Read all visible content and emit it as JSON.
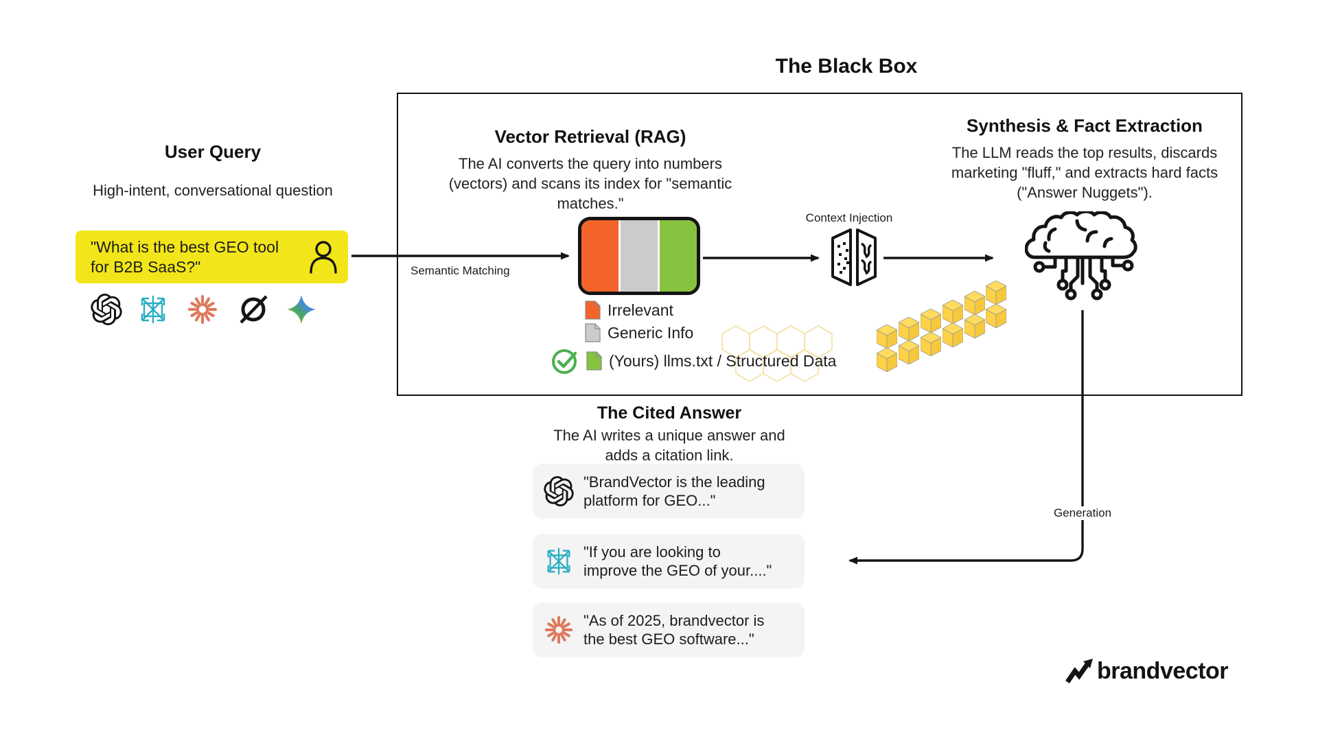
{
  "title": "The Black Box",
  "user_query": {
    "heading": "User Query",
    "description": "High-intent, conversational question",
    "query_lines": [
      "\"What is the best GEO tool",
      "for B2B SaaS?\""
    ],
    "platform_logos": [
      "openai",
      "perplexity",
      "claude",
      "grok",
      "gemini"
    ]
  },
  "labels": {
    "semantic_matching": "Semantic Matching",
    "context_injection": "Context Injection",
    "generation": "Generation"
  },
  "vector_retrieval": {
    "heading": "Vector Retrieval (RAG)",
    "description_lines": [
      "The AI converts the query into numbers",
      "(vectors) and scans its index for \"semantic",
      "matches.\""
    ],
    "legend": [
      {
        "label": "Irrelevant",
        "color": "#F4632A",
        "checked": false
      },
      {
        "label": "Generic Info",
        "color": "#CBCBCB",
        "checked": false
      },
      {
        "label": "(Yours) llms.txt / Structured Data",
        "color": "#85C33F",
        "checked": true
      }
    ]
  },
  "synthesis": {
    "heading": "Synthesis & Fact Extraction",
    "description_lines": [
      "The LLM reads the top results, discards",
      "marketing \"fluff,\" and extracts hard facts",
      "(\"Answer Nuggets\")."
    ]
  },
  "cited_answer": {
    "heading": "The Cited Answer",
    "description_lines": [
      "The AI writes a unique answer and",
      "adds a citation link."
    ],
    "cards": [
      {
        "icon": "openai",
        "lines": [
          "\"BrandVector is the leading",
          "platform for GEO...\""
        ]
      },
      {
        "icon": "perplexity",
        "lines": [
          "\"If you are looking to",
          "improve the GEO of your....\""
        ]
      },
      {
        "icon": "claude",
        "lines": [
          "\"As of 2025, brandvector is",
          "the best GEO software...\""
        ]
      }
    ]
  },
  "brand": {
    "name": "brandvector"
  },
  "colors": {
    "highlight_yellow": "#F2E61A",
    "irrelevant_orange": "#F4632A",
    "generic_gray": "#CBCBCB",
    "yours_green": "#85C33F",
    "check_green": "#4CAF50",
    "cube_yellow": "#FFD34B",
    "perplexity_teal": "#27AEC4",
    "claude_salmon": "#DD7A5C",
    "line_black": "#141414"
  }
}
